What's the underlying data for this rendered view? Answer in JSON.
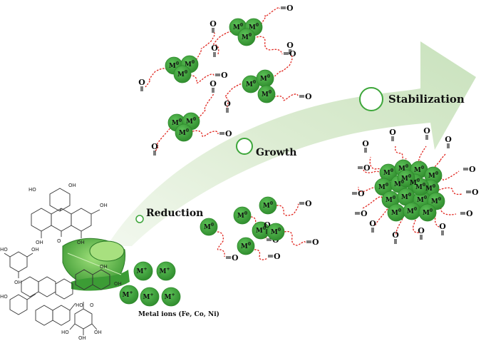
{
  "stages": {
    "reduction": "Reduction",
    "growth": "Growth",
    "stabilization": "Stabilization"
  },
  "metal_ions_caption": "Metal ions (Fe, Co, Ni)",
  "ion_symbols": {
    "metal_ion": "M",
    "ion_charge": "+",
    "zero_valent": "M",
    "zero_superscript": "0",
    "carbonyl": "O"
  },
  "colors": {
    "sphere": "#3da63a",
    "sphere_dark": "#2e8a2c",
    "arrow": "#d5e8cc",
    "ligand": "#e0261f"
  }
}
